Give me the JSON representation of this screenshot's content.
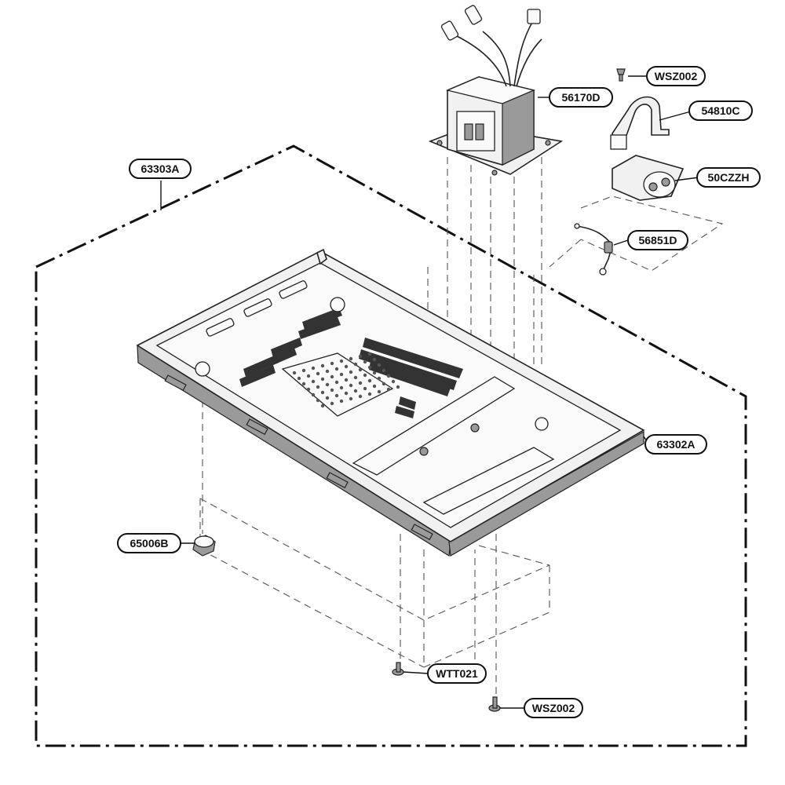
{
  "parts": [
    {
      "id": "transformer",
      "label": "56170D"
    },
    {
      "id": "screw-top",
      "label": "WSZ002"
    },
    {
      "id": "bracket",
      "label": "54810C"
    },
    {
      "id": "capacitor",
      "label": "50CZZH"
    },
    {
      "id": "diode",
      "label": "56851D"
    },
    {
      "id": "assembly-boundary",
      "label": "63303A"
    },
    {
      "id": "base-plate",
      "label": "63302A"
    },
    {
      "id": "foot",
      "label": "65006B"
    },
    {
      "id": "screw-mid",
      "label": "WTT021"
    },
    {
      "id": "screw-bottom",
      "label": "WSZ002"
    }
  ]
}
